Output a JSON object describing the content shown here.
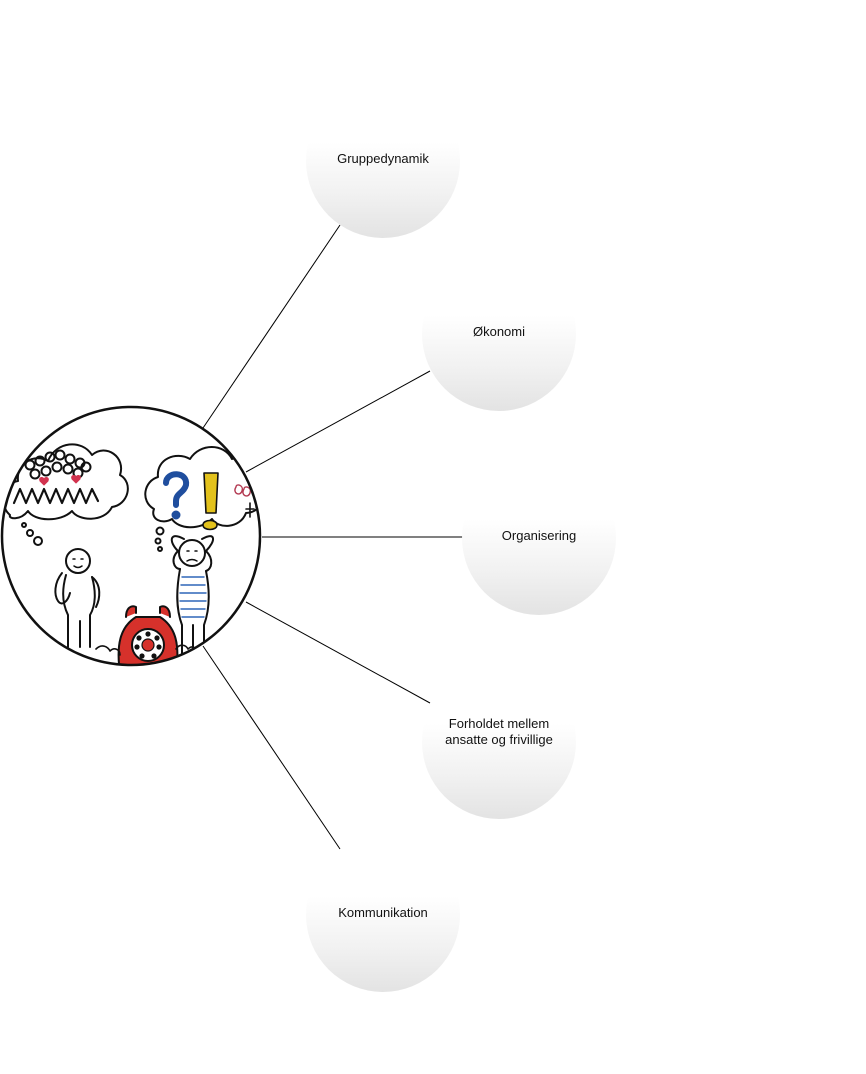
{
  "diagram": {
    "type": "radial",
    "hub": {
      "icon": "illustration-communication-sketch-icon"
    },
    "branches": [
      {
        "label": "Gruppedynamik"
      },
      {
        "label": "Økonomi"
      },
      {
        "label": "Organisering"
      },
      {
        "label": "Forholdet mellem ansatte og frivillige"
      },
      {
        "label": "Kommunikation"
      }
    ]
  },
  "colors": {
    "line": "#000000",
    "hub_border": "#111111",
    "node_fill_top": "#ffffff",
    "node_fill_bottom": "#e3e3e3",
    "question_mark": "#1f4e9e",
    "exclamation_mark": "#e3c21c",
    "phone": "#d6312b",
    "heart": "#d2334f"
  }
}
